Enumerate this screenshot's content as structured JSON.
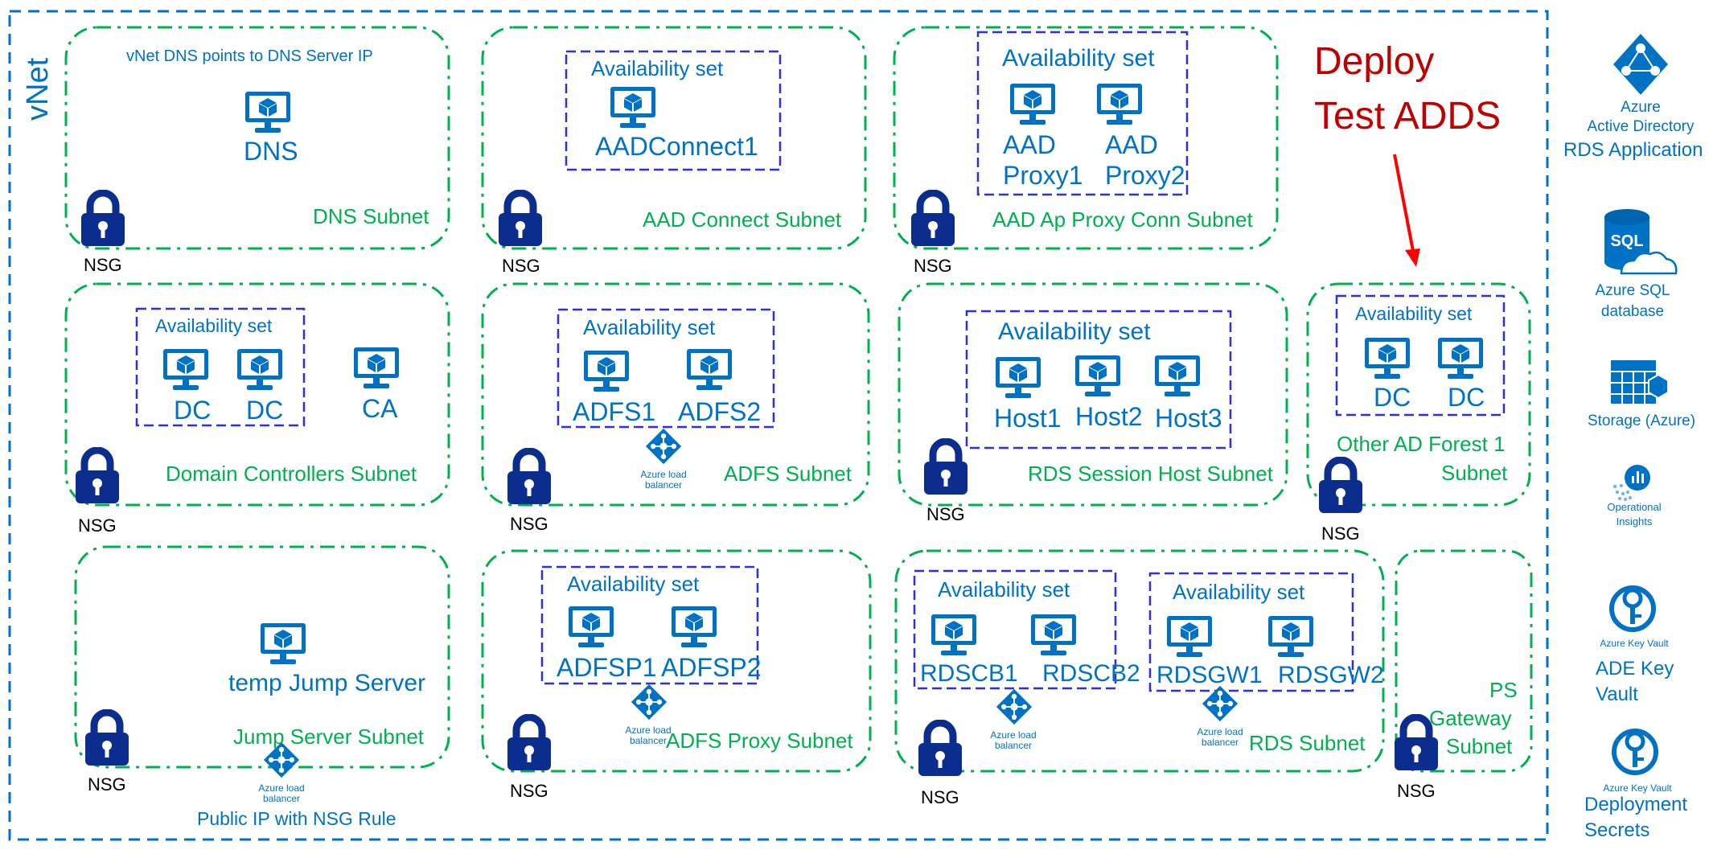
{
  "vnet": {
    "label": "vNet"
  },
  "nsg_label": "NSG",
  "lb_label": "Azure load balancer",
  "availability_set_label": "Availability set",
  "annotation": {
    "line1": "Deploy",
    "line2": "Test ADDS"
  },
  "subnets": {
    "dns": {
      "name": "DNS Subnet",
      "note": "vNet DNS points to DNS Server IP",
      "vm": "DNS"
    },
    "aad_connect": {
      "name": "AAD Connect Subnet",
      "vm": "AADConnect1"
    },
    "aad_proxy": {
      "name": "AAD Ap Proxy Conn Subnet",
      "vm1_line1": "AAD",
      "vm1_line2": "Proxy1",
      "vm2_line1": "AAD",
      "vm2_line2": "Proxy2"
    },
    "domain_controllers": {
      "name": "Domain Controllers Subnet",
      "vm1": "DC",
      "vm2": "DC",
      "vm3": "CA"
    },
    "adfs": {
      "name": "ADFS Subnet",
      "vm1": "ADFS1",
      "vm2": "ADFS2"
    },
    "rds_session": {
      "name": "RDS Session Host Subnet",
      "vm1": "Host1",
      "vm2": "Host2",
      "vm3": "Host3"
    },
    "other_forest": {
      "name_line1": "Other AD Forest 1",
      "name_line2": "Subnet",
      "vm1": "DC",
      "vm2": "DC"
    },
    "jump": {
      "name": "Jump Server Subnet",
      "vm": "temp Jump Server",
      "public_ip": "Public IP with NSG Rule"
    },
    "adfs_proxy": {
      "name": "ADFS Proxy Subnet",
      "vm1": "ADFSP1",
      "vm2": "ADFSP2"
    },
    "rds": {
      "name": "RDS Subnet",
      "vm1": "RDSCB1",
      "vm2": "RDSCB2",
      "vm3": "RDSGW1",
      "vm4": "RDSGW2"
    },
    "ps_gateway": {
      "line1": "PS",
      "line2": "Gateway",
      "line3": "Subnet"
    }
  },
  "sidebar": {
    "aad_line1": "Azure",
    "aad_line2": "Active Directory",
    "aad_line3": "RDS Application",
    "sql_line1": "Azure SQL",
    "sql_line2": "database",
    "storage": "Storage (Azure)",
    "oi_line1": "Operational",
    "oi_line2": "Insights",
    "kv1_small": "Azure Key Vault",
    "kv1_line1": "ADE Key",
    "kv1_line2": "Vault",
    "kv2_small": "Azure Key Vault",
    "kv2_line1": "Deployment",
    "kv2_line2": "Secrets"
  },
  "colors": {
    "vnet_border": "#0072C6",
    "subnet_border": "#00B050",
    "availability_border": "#2F2FE0",
    "nsg": "#0B2E8E",
    "vm": "#0072C6",
    "annotation": "#C00000",
    "arrow": "#FF0000"
  }
}
